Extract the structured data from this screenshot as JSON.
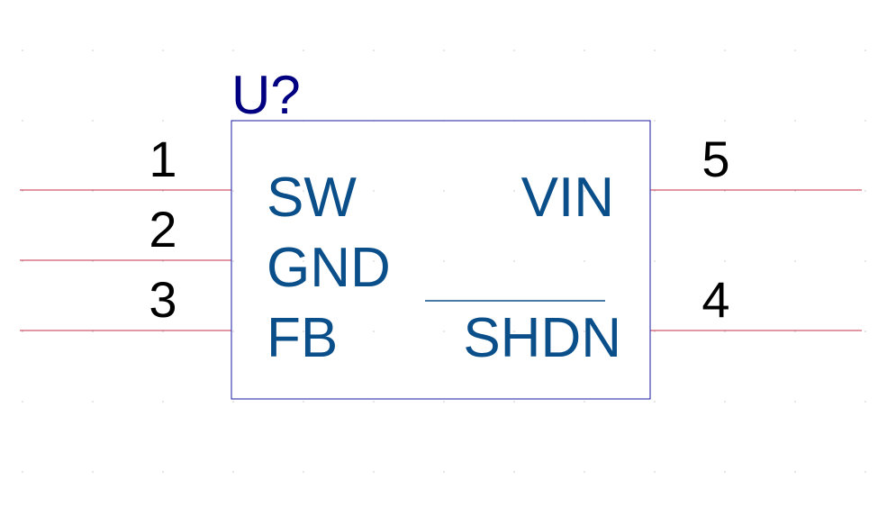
{
  "component": {
    "reference": "U?",
    "pins_left": [
      {
        "number": "1",
        "name": "SW"
      },
      {
        "number": "2",
        "name": "GND"
      },
      {
        "number": "3",
        "name": "FB"
      }
    ],
    "pins_right": [
      {
        "number": "5",
        "name": "VIN"
      },
      {
        "number": "4",
        "name": "SHDN"
      }
    ]
  },
  "colors": {
    "background": "#ffffff",
    "body_outline": "#1a1aa6",
    "pin_line": "#c4304a",
    "pin_number": "#000000",
    "pin_name": "#0b4f8a",
    "reference": "#000080",
    "grid_dot": "#c8c8c8"
  }
}
